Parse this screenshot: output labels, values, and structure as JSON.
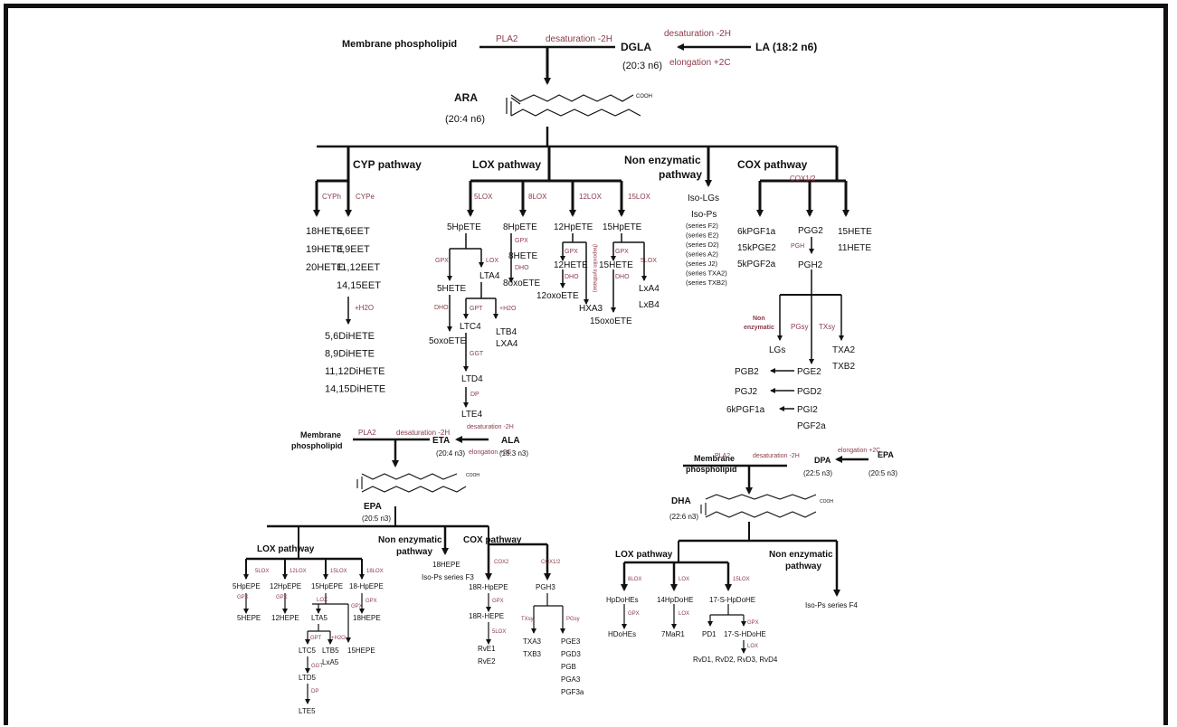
{
  "ara": {
    "membrane": "Membrane phospholipid",
    "pla2": "PLA2",
    "desat_left": "desaturation -2H",
    "dgla": "DGLA",
    "dgla_formula": "(20:3 n6)",
    "desat_right": "desaturation -2H",
    "elong": "elongation +2C",
    "la": "LA (18:2 n6)",
    "ara": "ARA",
    "ara_formula": "(20:4 n6)",
    "cooh": "COOH",
    "cyp": {
      "title": "CYP pathway",
      "cypa": "CYPh",
      "cypb": "CYPe",
      "col1": [
        "18HETE",
        "19HETE",
        "20HETE"
      ],
      "col2": [
        "5,6EET",
        "8,9EET",
        "11,12EET",
        "14,15EET"
      ],
      "h2o": "+H2O",
      "col3": [
        "5,6DiHETE",
        "8,9DiHETE",
        "11,12DiHETE",
        "14,15DiHETE"
      ]
    },
    "lox": {
      "title": "LOX pathway",
      "e5": "5LOX",
      "e8": "8LOX",
      "e12": "12LOX",
      "e15": "15LOX",
      "hp5": "5HpETE",
      "hp8": "8HpETE",
      "hp12": "12HpETE",
      "hp15": "15HpETE",
      "gpx": "GPX",
      "lox": "LOX",
      "lta4": "LTA4",
      "hete5": "5HETE",
      "dho": "DHO",
      "oxo5": "5oxoETE",
      "gpt": "GPT",
      "h2o": "+H2O",
      "ltc4": "LTC4",
      "ltb4": "LTB4",
      "lxa4": "LXA4",
      "ggt": "GGT",
      "ltd4": "LTD4",
      "dp": "DP",
      "lte4": "LTE4",
      "h8": "8HETE",
      "oxo8": "8oxoETE",
      "h12": "12HETE",
      "oxo12": "12oxoETE",
      "hepox": "(hepoxilin synthase)",
      "hxa3": "HXA3",
      "h15": "15HETE",
      "lox5": "5LOX",
      "lxa4b": "LxA4",
      "lxb4": "LxB4",
      "oxo15": "15oxoETE"
    },
    "nonenz": {
      "title1": "Non enzymatic",
      "title2": "pathway",
      "isolg": "Iso-LGs",
      "isops": "Iso-Ps",
      "series": [
        "(series F2)",
        "(series E2)",
        "(series D2)",
        "(series A2)",
        "(series J2)",
        "(series TXA2)",
        "(series TXB2)"
      ]
    },
    "cox": {
      "title": "COX pathway",
      "cox12": "COX1/2",
      "left": [
        "6kPGF1a",
        "15kPGE2",
        "5kPGF2a"
      ],
      "pgg2": "PGG2",
      "pgh": "PGH",
      "pgh2": "PGH2",
      "right": [
        "15HETE",
        "11HETE"
      ],
      "nonenz1": "Non",
      "nonenz2": "enzymatic",
      "pgsy": "PGsy",
      "txsy": "TXsy",
      "lgs": "LGs",
      "txa2": "TXA2",
      "txb2": "TXB2",
      "pgb2": "PGB2",
      "pge2": "PGE2",
      "pgj2": "PGJ2",
      "pgd2": "PGD2",
      "pf": "6kPGF1a",
      "pgi2": "PGI2",
      "pgf2a": "PGF2a"
    }
  },
  "epa": {
    "membrane1": "Membrane",
    "membrane2": "phospholipid",
    "pla2": "PLA2",
    "desat": "desaturation -2H",
    "eta": "ETA",
    "eta_formula": "(20:4 n3)",
    "desat_r": "desaturation -2H",
    "elong": "elongation +2C",
    "ala": "ALA",
    "ala_formula": "(18:3 n3)",
    "epa": "EPA",
    "epa_formula": "(20:5 n3)",
    "cooh": "COOH",
    "lox": {
      "title": "LOX pathway",
      "e5": "5LOX",
      "e12": "12LOX",
      "e15": "15LOX",
      "e18": "18LOX",
      "hp5": "5HpEPE",
      "hp12": "12HpEPE",
      "hp15": "15HpEPE",
      "hp18": "18-HpEPE",
      "gpx": "GPX",
      "h5": "5HEPE",
      "h12": "12HEPE",
      "lox": "LOX",
      "lta5": "LTA5",
      "h18": "18HEPE",
      "gpt": "GPT",
      "h2o": "+H2O",
      "ltc5": "LTC5",
      "ltb5": "LTB5",
      "lxa5": "LxA5",
      "h15": "15HEPE",
      "ggt": "GGT",
      "ltd5": "LTD5",
      "dp": "DP",
      "lte5": "LTE5"
    },
    "nonenz": {
      "title1": "Non enzymatic",
      "title2": "pathway",
      "h18": "18HEPE",
      "isops": "Iso-Ps series F3"
    },
    "cox": {
      "title": "COX pathway",
      "cox2": "COX2",
      "cox12": "COX1/2",
      "rhp": "18R-HpEPE",
      "gpx": "GPX",
      "rh": "18R-HEPE",
      "lox5": "5LOX",
      "rve1": "RvE1",
      "rve2": "RvE2",
      "pgh3": "PGH3",
      "txsy": "TXsy",
      "pgsy": "PGsy",
      "txa3": "TXA3",
      "txb3": "TXB3",
      "pgs": [
        "PGE3",
        "PGD3",
        "PGB",
        "PGA3",
        "PGF3a"
      ]
    }
  },
  "dha": {
    "membrane1": "Membrane",
    "membrane2": "phospholipid",
    "pla2": "PLA2",
    "desat": "desaturation -2H",
    "dpa": "DPA",
    "dpa_formula": "(22:5 n3)",
    "elong": "elongation +2C",
    "epa": "EPA",
    "epa_formula": "(20:5 n3)",
    "dha": "DHA",
    "dha_formula": "(22:6 n3)",
    "cooh": "COOH",
    "lox": {
      "title": "LOX pathway",
      "e8": "8LOX",
      "elox": "LOX",
      "e15": "15LOX",
      "hp1": "HpDoHEs",
      "hp14": "14HpDoHE",
      "hp17": "17-S-HpDoHE",
      "gpx": "GPX",
      "lox": "LOX",
      "hdohes": "HDoHEs",
      "mar": "7MaR1",
      "pd1": "PD1",
      "hd17": "17-S-HDoHE",
      "lox2": "LOX",
      "rvd": "RvD1, RvD2, RvD3, RvD4"
    },
    "nonenz": {
      "title1": "Non enzymatic",
      "title2": "pathway",
      "isops": "Iso-Ps series F4"
    }
  }
}
